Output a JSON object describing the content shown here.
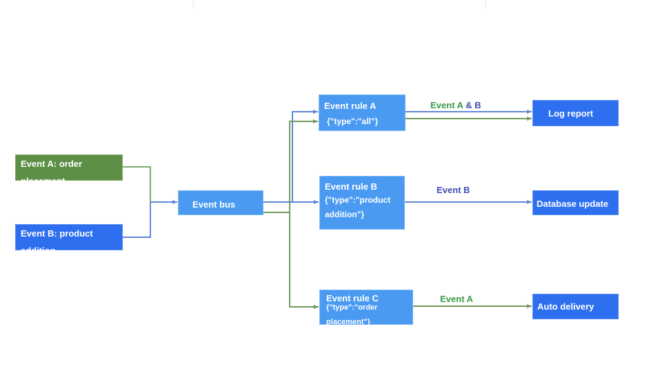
{
  "sources": {
    "event_a": "Event A: order placement",
    "event_b": "Event B: product addition"
  },
  "bus": {
    "label": "Event bus"
  },
  "rules": {
    "a": {
      "title": "Event rule A",
      "pattern": "{\"type\":\"all\"}"
    },
    "b": {
      "title": "Event rule B",
      "pattern": "{\"type\":\"product addition\"}"
    },
    "c": {
      "title": "Event rule C",
      "pattern": "{\"type\":\"order placement\"}"
    }
  },
  "targets": {
    "log": "Log report",
    "db": "Database update",
    "auto": "Auto delivery"
  },
  "edge_labels": {
    "ab_part1": "Event A",
    "ab_amp": "&",
    "ab_part2": "B",
    "b": "Event B",
    "a": "Event A"
  },
  "colors": {
    "event_a_green": "#5d8f47",
    "event_b_blue": "#2e6ff0",
    "bus_and_rules": "#4a9af2",
    "green_line": "#6f9a5a",
    "blue_line": "#5f86d8"
  }
}
